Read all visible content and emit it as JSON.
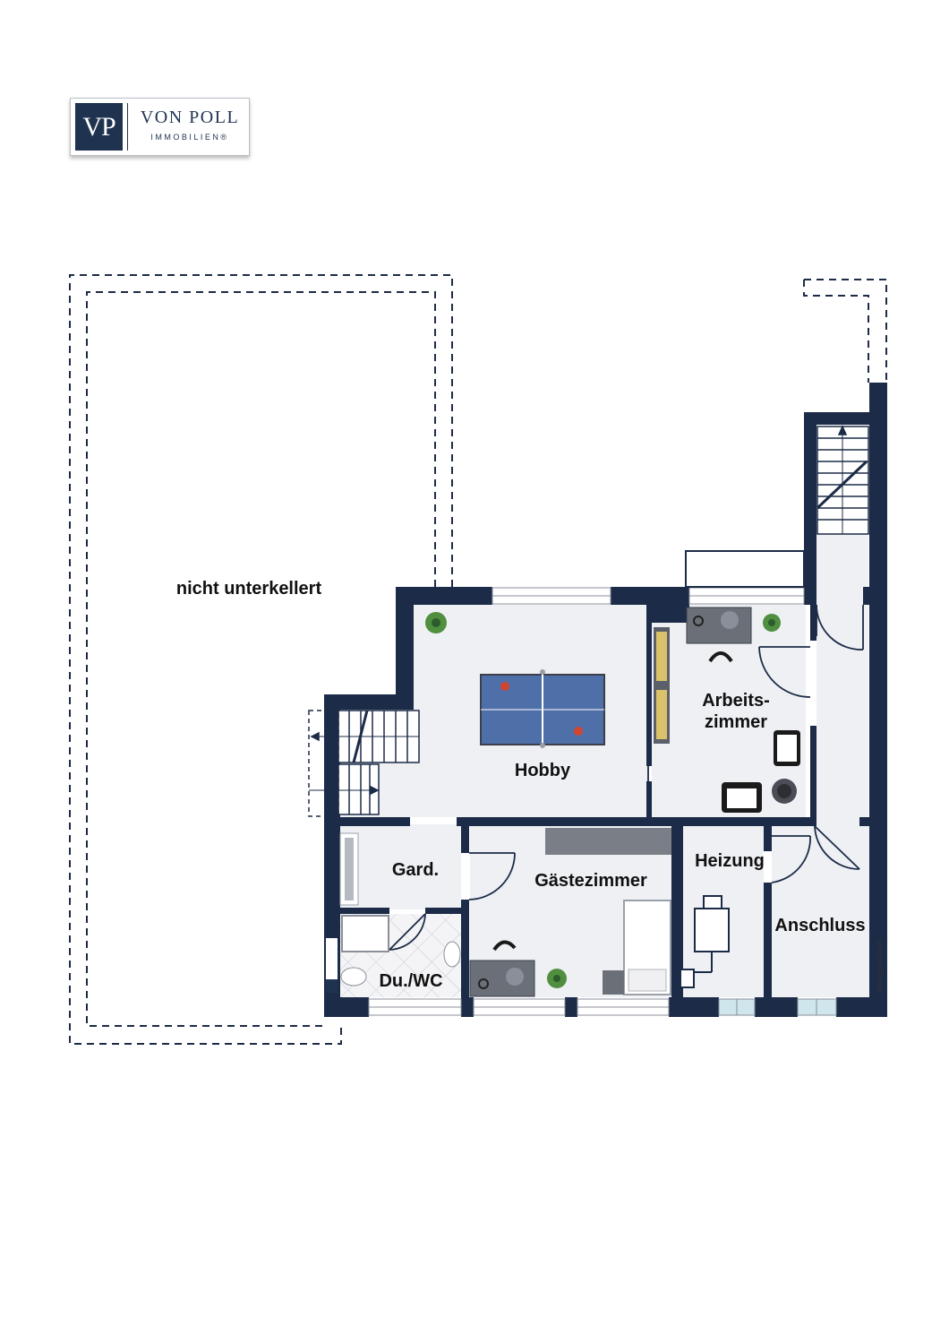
{
  "logo": {
    "mark": "VP",
    "name": "VON POLL",
    "subtitle": "IMMOBILIEN®"
  },
  "rooms": {
    "outside": "nicht unterkellert",
    "hobby": "Hobby",
    "arbeits_line1": "Arbeits-",
    "arbeits_line2": "zimmer",
    "gard": "Gard.",
    "gaeste": "Gästezimmer",
    "heizung": "Heizung",
    "anschluss": "Anschluss",
    "duwc": "Du./WC"
  },
  "credit": "Immogrundriss",
  "colors": {
    "wall": "#1c2b47",
    "floor": "#eef0f4",
    "table": "#4f6fa8",
    "window": "#cfe6ec"
  }
}
